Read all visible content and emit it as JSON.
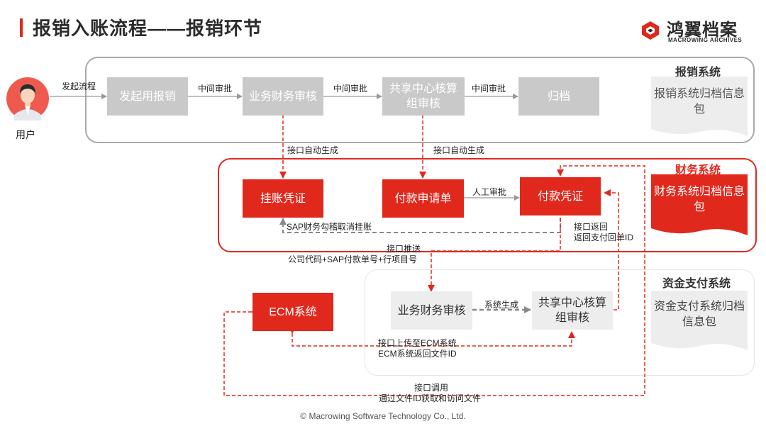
{
  "title": "报销入账流程——报销环节",
  "logo": {
    "cn": "鸿翼档案",
    "en": "MACROWING ARCHIVES"
  },
  "user": {
    "label": "用户",
    "action": "发起流程"
  },
  "systems": {
    "reimbursement": "报销系统",
    "finance": "财务系统",
    "fund": "资金支付系统"
  },
  "reimb_flow": {
    "start": "发起用报销",
    "step1": "业务财务审核",
    "step2": "共享中心核算组审核",
    "archive": "归档",
    "edge": "中间审批",
    "package": "报销系统归档信息包"
  },
  "finance_flow": {
    "voucher_pending": "挂账凭证",
    "payment_request": "付款申请单",
    "payment_voucher": "付款凭证",
    "manual_approval": "人工审批",
    "package": "财务系统归档信息包",
    "auto_gen": "接口自动生成",
    "sap_cancel": "SAP财务勾稽取消挂账",
    "return_line1": "接口返回",
    "return_line2": "返回支付回单ID"
  },
  "push": {
    "line1": "接口推送",
    "line2": "公司代码+SAP付款单号+行项目号"
  },
  "fund_flow": {
    "step1": "业务财务审核",
    "step2": "共享中心核算组审核",
    "sys_gen": "系统生成",
    "package": "资金支付系统归档信息包"
  },
  "ecm": {
    "label": "ECM系统",
    "upload_line1": "接口上传至ECM系统",
    "upload_line2": "ECM系统返回文件ID",
    "call_line1": "接口调用",
    "call_line2": "通过文件ID获取和访问文件"
  },
  "footer": "© Macrowing Software Technology Co., Ltd.",
  "colors": {
    "accent": "#e0281c",
    "gray_box": "#c9c9c9",
    "light_box": "#ededed",
    "region_border": "#a8a8a8"
  }
}
